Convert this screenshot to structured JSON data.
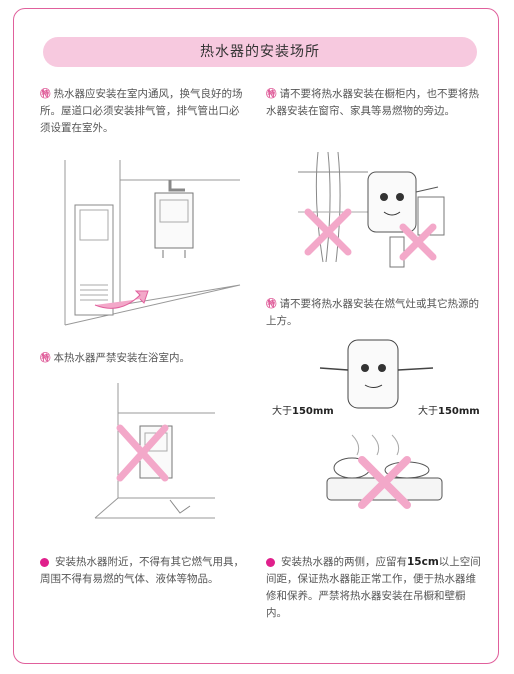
{
  "title": "热水器的安装场所",
  "marker": "㊕",
  "notes": {
    "ventilation": "热水器应安装在室内通风，换气良好的场所。屋道口必须安装排气管，排气管出口必须设置在室外。",
    "cabinet": "请不要将热水器安装在橱柜内，也不要将热水器安装在窗帘、家具等易燃物的旁边。",
    "stove": "请不要将热水器安装在燃气灶或其它热源的上方。",
    "bathroom": "本热水器严禁安装在浴室内。",
    "flammable": "安装热水器附近，不得有其它燃气用具，周围不得有易燃的气体、液体等物品。",
    "clearance_pre": "安装热水器的两侧，应留有",
    "clearance_value": "15cm",
    "clearance_post": "以上空间间距，保证热水器能正常工作，便于热水器维修和保养。严禁将热水器安装在吊橱和壁橱内。"
  },
  "dimensions": {
    "left_prefix": "大于",
    "left_value": "150mm",
    "right_prefix": "大于",
    "right_value": "150mm"
  },
  "colors": {
    "accent": "#e0609c",
    "title_bg": "#f7c9df",
    "cross": "#f3a8c9"
  }
}
